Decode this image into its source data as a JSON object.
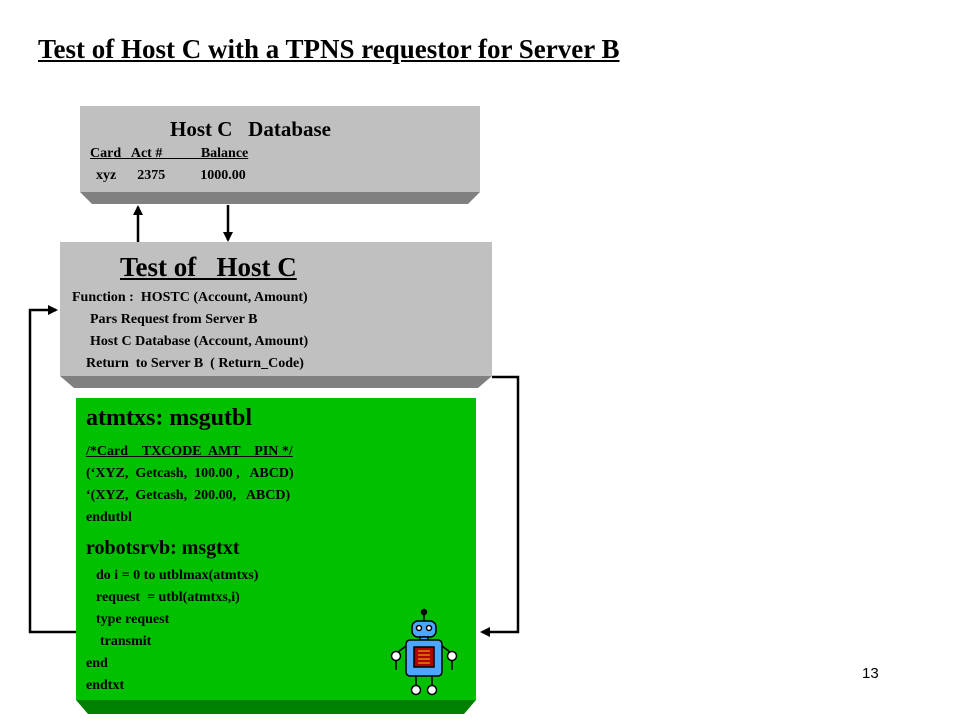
{
  "title": "Test of Host C with a TPNS requestor for Server B",
  "database": {
    "title": "Host C   Database",
    "header": "Card   Act #           Balance",
    "row": "xyz      2375          1000.00"
  },
  "host_test": {
    "title": "Test of   Host C",
    "lines": [
      "Function :  HOSTC (Account, Amount)",
      "Pars Request from Server B",
      "Host C Database (Account, Amount)",
      "Return  to Server B  ( Return_Code)"
    ]
  },
  "script": {
    "table_title": "atmtxs: msgutbl",
    "table_lines": [
      "/*Card    TXCODE  AMT    PIN */",
      "(‘XYZ,  Getcash,  100.00 ,   ABCD)",
      "‘(XYZ,  Getcash,  200.00,   ABCD)",
      "endutbl"
    ],
    "robot_title": "robotsrvb: msgtxt",
    "robot_lines": [
      "do i = 0 to utblmax(atmtxs)",
      "request  = utbl(atmtxs,i)",
      "type request",
      "transmit",
      "end",
      "endtxt"
    ]
  },
  "page_number": "13",
  "colors": {
    "gray_box": "#c0c0c0",
    "gray_shadow": "#808080",
    "green_box": "#00c000",
    "green_shadow": "#008000",
    "robot_body": "#4da6ff"
  }
}
